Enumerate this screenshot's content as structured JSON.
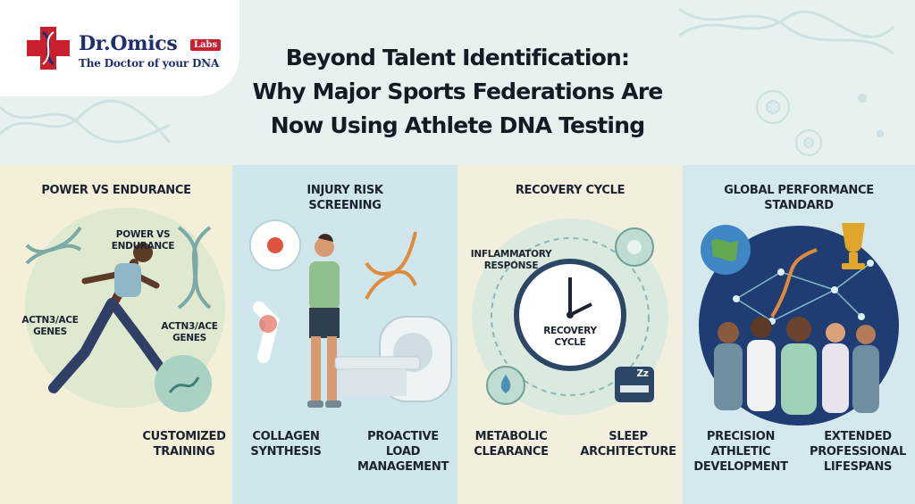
{
  "logo": {
    "name": "Dr.Omics",
    "badge": "Labs",
    "tagline": "The Doctor of your DNA"
  },
  "title": {
    "line1": "Beyond Talent Identification:",
    "line2": "Why Major Sports Federations Are",
    "line3": "Now Using Athlete DNA Testing"
  },
  "panels": [
    {
      "heading": "POWER VS ENDURANCE",
      "labels": {
        "power_l1": "POWER VS",
        "power_l2": "ENDURANCE",
        "genes_left_l1": "ACTN3/ACE",
        "genes_left_l2": "GENES",
        "genes_right_l1": "ACTN3/ACE",
        "genes_right_l2": "GENES"
      },
      "bottom": {
        "l1": "CUSTOMIZED",
        "l2": "TRAINING"
      }
    },
    {
      "heading_l1": "INJURY RISK",
      "heading_l2": "SCREENING",
      "bottom_left": {
        "l1": "COLLAGEN",
        "l2": "SYNTHESIS"
      },
      "bottom_right": {
        "l1": "PROACTIVE",
        "l2": "LOAD",
        "l3": "MANAGEMENT"
      }
    },
    {
      "heading": "RECOVERY CYCLE",
      "labels": {
        "inflammatory_l1": "INFLAMMATORY",
        "inflammatory_l2": "RESPONSE",
        "clock_l1": "RECOVERY",
        "clock_l2": "CYCLE",
        "sleep_icon_text": "Zz"
      },
      "bottom_left": {
        "l1": "METABOLIC",
        "l2": "CLEARANCE"
      },
      "bottom_right": {
        "l1": "SLEEP",
        "l2": "ARCHITECTURE"
      }
    },
    {
      "heading_l1": "GLOBAL PERFORMANCE",
      "heading_l2": "STANDARD",
      "bottom_left": {
        "l1": "PRECISION",
        "l2": "ATHLETIC",
        "l3": "DEVELOPMENT"
      },
      "bottom_right": {
        "l1": "EXTENDED",
        "l2": "PROFESSIONAL",
        "l3": "LIFESPANS"
      }
    }
  ],
  "colors": {
    "brand_navy": "#1f2e6e",
    "brand_red": "#c8202d",
    "accent_teal": "#3f8f86",
    "accent_orange": "#e08a3c"
  },
  "icons": [
    "dna-helix-icon",
    "knee-joint-icon",
    "mri-scanner-icon",
    "clock-icon",
    "water-drop-icon",
    "bed-icon",
    "globe-icon",
    "trophy-icon",
    "cell-icon"
  ]
}
